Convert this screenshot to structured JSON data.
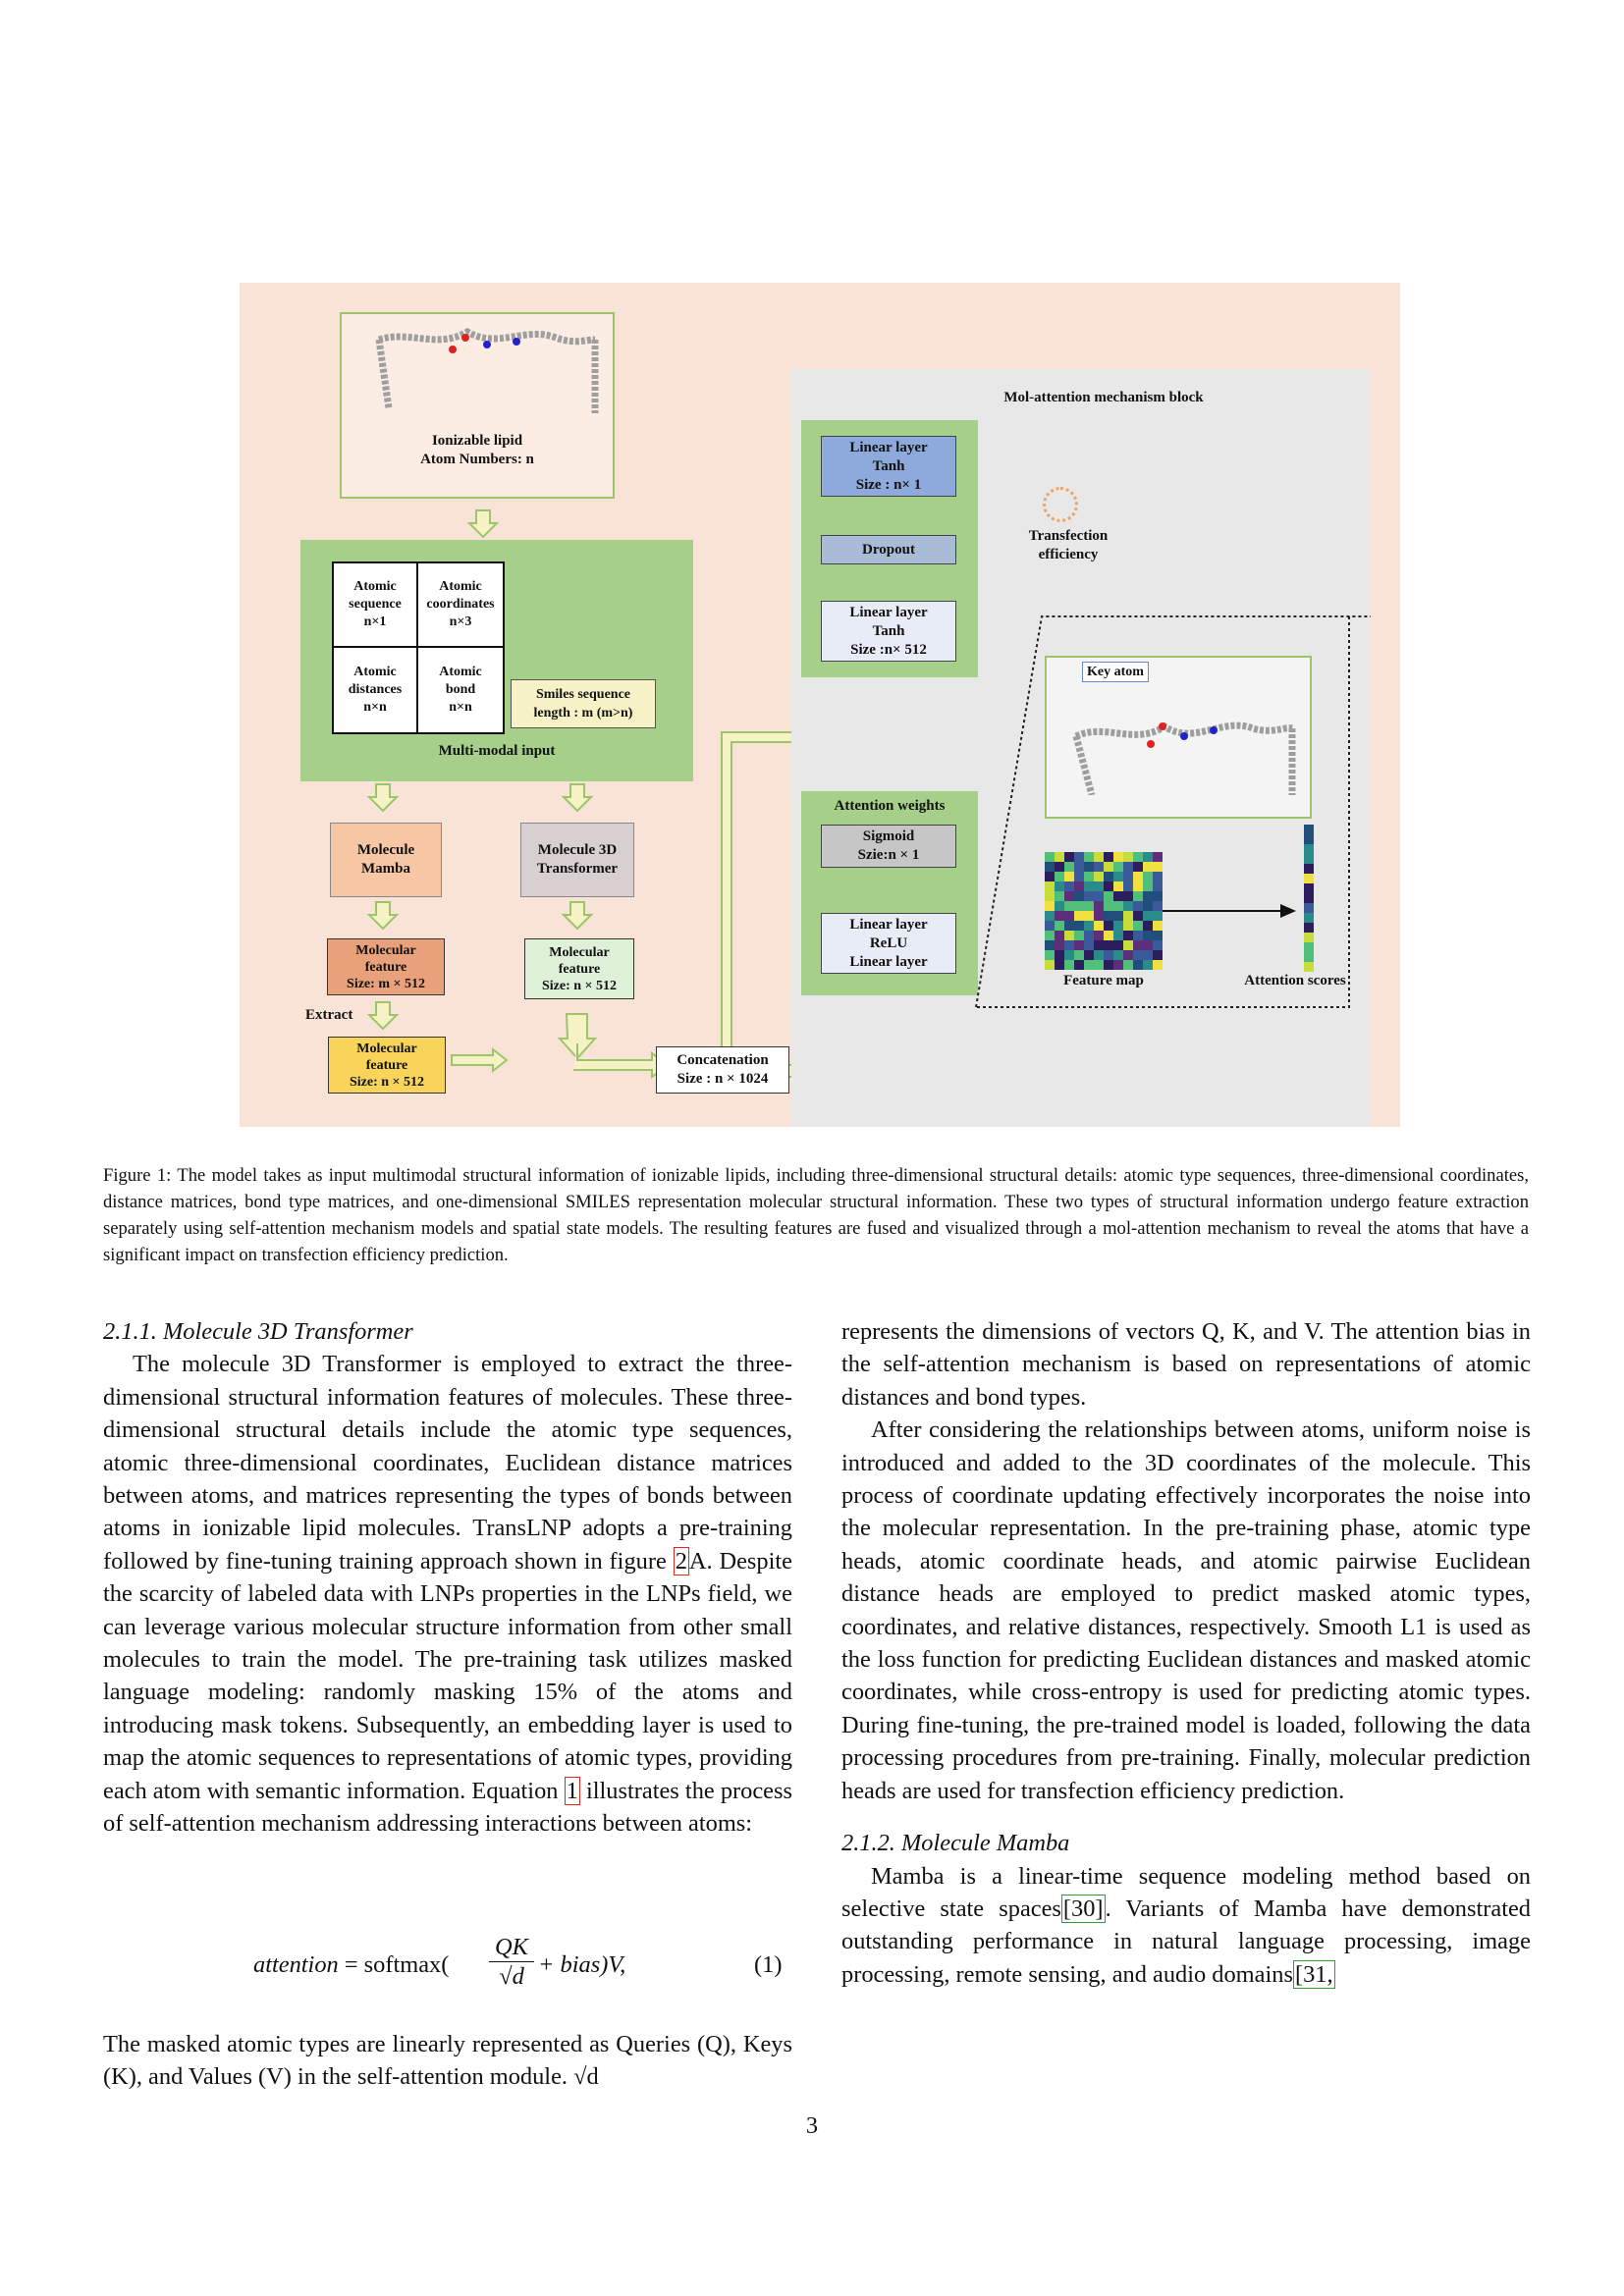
{
  "figure": {
    "lipid_label": "Ionizable lipid",
    "atom_numbers": "Atom Numbers: n",
    "mm_cells": [
      {
        "l1": "Atomic",
        "l2": "sequence",
        "l3": "n×1"
      },
      {
        "l1": "Atomic",
        "l2": "coordinates",
        "l3": "n×3"
      },
      {
        "l1": "Atomic",
        "l2": "distances",
        "l3": "n×n"
      },
      {
        "l1": "Atomic",
        "l2": "bond",
        "l3": "n×n"
      }
    ],
    "smiles_1": "Smiles sequence",
    "smiles_2": "length : m (m>n)",
    "multimodal_label": "Multi-modal input",
    "mamba_1": "Molecule",
    "mamba_2": "Mamba",
    "transformer_1": "Molecule 3D",
    "transformer_2": "Transformer",
    "molfeat_a_1": "Molecular",
    "molfeat_a_2": "feature",
    "molfeat_a_3": "Size: m × 512",
    "molfeat_b_1": "Molecular",
    "molfeat_b_2": "feature",
    "molfeat_b_3": "Size: n × 512",
    "extract_label": "Extract",
    "molfeat_c_1": "Molecular",
    "molfeat_c_2": "feature",
    "molfeat_c_3": "Size: n × 512",
    "concat_1": "Concatenation",
    "concat_2": "Size : n × 1024",
    "block_title": "Mol-attention mechanism block",
    "lin_top_1": "Linear layer",
    "lin_top_2": "Tanh",
    "lin_top_3": "Size : n× 1",
    "dropout": "Dropout",
    "lin_mid_1": "Linear layer",
    "lin_mid_2": "Tanh",
    "lin_mid_3": "Size :n× 512",
    "transfection_1": "Transfection",
    "transfection_2": "efficiency",
    "attn_weights": "Attention weights",
    "sigmoid_1": "Sigmoid",
    "sigmoid_2": "Szie:n × 1",
    "lin_bot_1": "Linear layer",
    "lin_bot_2": "ReLU",
    "lin_bot_3": "Linear layer",
    "key_atom": "Key atom",
    "feature_map": "Feature map",
    "attention_scores": "Attention scores"
  },
  "caption": "Figure 1: The model takes as input multimodal structural information of ionizable lipids, including three-dimensional structural details: atomic type sequences, three-dimensional coordinates, distance matrices, bond type matrices, and one-dimensional SMILES representation molecular structural information. These two types of structural information undergo feature extraction separately using self-attention mechanism models and spatial state models. The resulting features are fused and visualized through a mol-attention mechanism to reveal the atoms that have a significant impact on transfection efficiency prediction.",
  "left": {
    "heading": "2.1.1.  Molecule 3D Transformer",
    "p1a": "The molecule 3D Transformer is employed to extract the three-dimensional structural information features of molecules. These three-dimensional structural details include the atomic type sequences, atomic three-dimensional coordinates, Euclidean distance matrices between atoms, and matrices representing the types of bonds between atoms in ionizable lipid molecules. TransLNP adopts a pre-training followed by fine-tuning training approach shown in figure ",
    "ref_fig": "2",
    "p1b": "A. Despite the scarcity of labeled data with LNPs properties in the LNPs field, we can leverage various molecular structure information from other small molecules to train the model. The pre-training task utilizes masked language modeling: randomly masking 15% of the atoms and introducing mask tokens. Subsequently, an embedding layer is used to map the atomic sequences to representations of atomic types, providing each atom with semantic information. Equation ",
    "ref_eq": "1",
    "p1c": " illustrates the process of self-attention mechanism addressing interactions between atoms:",
    "p2": "The masked atomic types are linearly represented as Queries (Q), Keys (K), and Values (V) in the self-attention module. √d"
  },
  "equation": {
    "lhs": "attention",
    "eq": " = softmax(",
    "num": "QK",
    "den": "√d",
    "tail": " + bias)V,",
    "number": "(1)"
  },
  "right": {
    "p1": "represents the dimensions of vectors Q, K, and V. The attention bias in the self-attention mechanism is based on representations of atomic distances and bond types.",
    "p2": "After considering the relationships between atoms, uniform noise is introduced and added to the 3D coordinates of the molecule. This process of coordinate updating effectively incorporates the noise into the molecular representation. In the pre-training phase, atomic type heads, atomic coordinate heads, and atomic pairwise Euclidean distance heads are employed to predict masked atomic types, coordinates, and relative distances, respectively. Smooth L1 is used as the loss function for predicting Euclidean distances and masked atomic coordinates, while cross-entropy is used for predicting atomic types. During fine-tuning, the pre-trained model is loaded, following the data processing procedures from pre-training. Finally, molecular prediction heads are used for transfection efficiency prediction.",
    "heading": "2.1.2.  Molecule Mamba",
    "p3a": "Mamba is a linear-time sequence modeling method based on selective state spaces",
    "ref30": "[30]",
    "p3b": ". Variants of Mamba have demonstrated outstanding performance in natural language processing, image processing, remote sensing, and audio domains",
    "ref31": "[31,"
  },
  "page_number": "3"
}
